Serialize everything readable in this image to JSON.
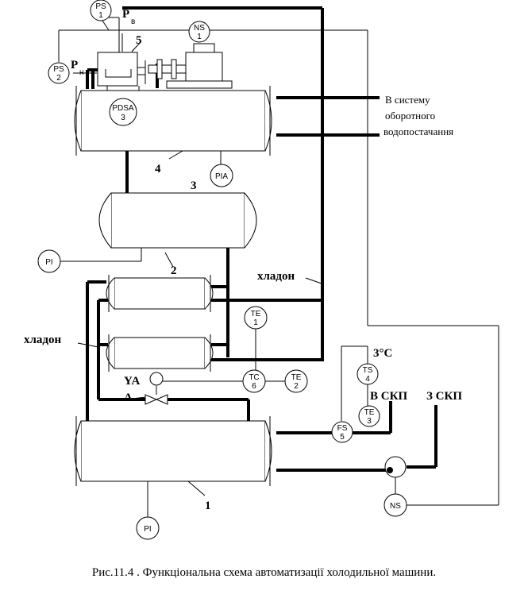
{
  "instruments": {
    "ps1": {
      "code": "PS",
      "num": "1"
    },
    "ps2": {
      "code": "PS",
      "num": "2"
    },
    "ns1": {
      "code": "NS",
      "num": "1"
    },
    "pdsa3": {
      "code": "PDSA",
      "num": "3"
    },
    "pia": {
      "code": "PIA"
    },
    "pi_upper": {
      "code": "PI"
    },
    "pi_lower": {
      "code": "PI"
    },
    "te1": {
      "code": "TE",
      "num": "1"
    },
    "tc6": {
      "code": "TC",
      "num": "6"
    },
    "te2": {
      "code": "TE",
      "num": "2"
    },
    "ts4": {
      "code": "TS",
      "num": "4"
    },
    "te3": {
      "code": "TE",
      "num": "3"
    },
    "fs5": {
      "code": "FS",
      "num": "5"
    },
    "ns_bottom": {
      "code": "NS"
    }
  },
  "labels": {
    "pv": "P",
    "pv_sub": "в",
    "pn": "P",
    "pn_sub": "н",
    "num5": "5",
    "num4": "4",
    "num3": "3",
    "num2": "2",
    "num1": "1",
    "water_line1": "В систему",
    "water_line2": "оборотного",
    "water_line3": "водопостачання",
    "freon_right": "хладон",
    "freon_left": "хладон",
    "ya": "YA",
    "a": "A",
    "temp": "3°C",
    "v_skp": "В СКП",
    "z_skp": "З СКП"
  },
  "caption": "Рис.11.4 .  Функціональна схема автоматизації холодильної машини."
}
